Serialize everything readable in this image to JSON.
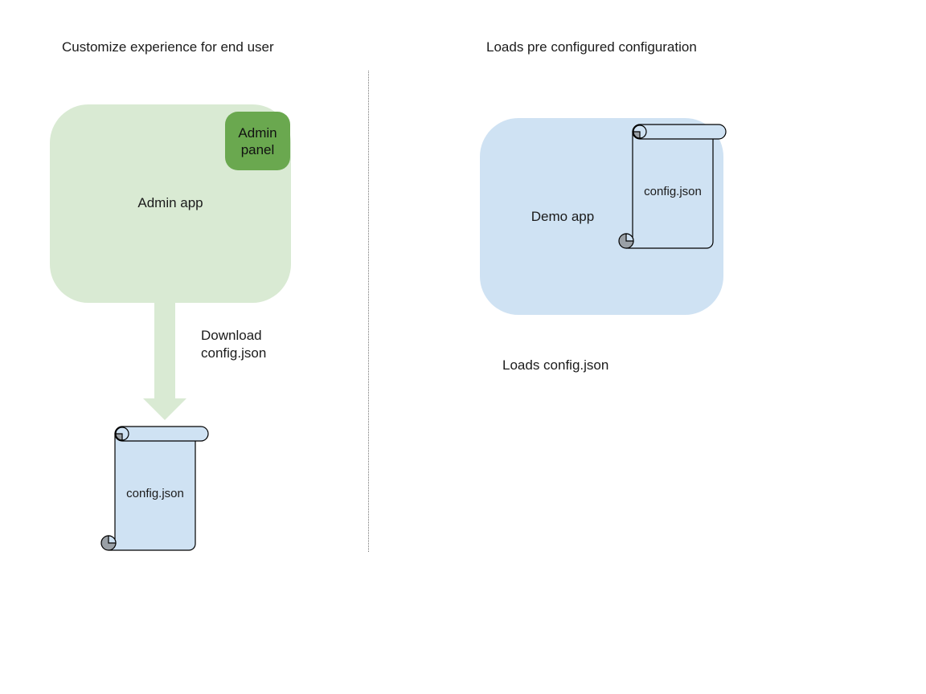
{
  "left": {
    "title": "Customize experience for end user",
    "admin_app": {
      "label": "Admin app"
    },
    "admin_panel": {
      "line1": "Admin",
      "line2": "panel"
    },
    "download_arrow": {
      "line1": "Download",
      "line2": "config.json"
    },
    "scroll": {
      "label": "config.json"
    }
  },
  "right": {
    "title": "Loads pre configured configuration",
    "demo_app": {
      "label": "Demo app"
    },
    "scroll": {
      "label": "config.json"
    },
    "caption": "Loads config.json"
  },
  "colors": {
    "admin_app_fill": "#d9ead3",
    "admin_panel_fill": "#6aa84f",
    "arrow_fill": "#d9ead3",
    "demo_app_fill": "#cfe2f3",
    "scroll_fill": "#cfe2f3",
    "curl_shade": "#9aa0a6",
    "outline": "#000000",
    "divider": "#777777",
    "text": "#1b1b1b"
  }
}
